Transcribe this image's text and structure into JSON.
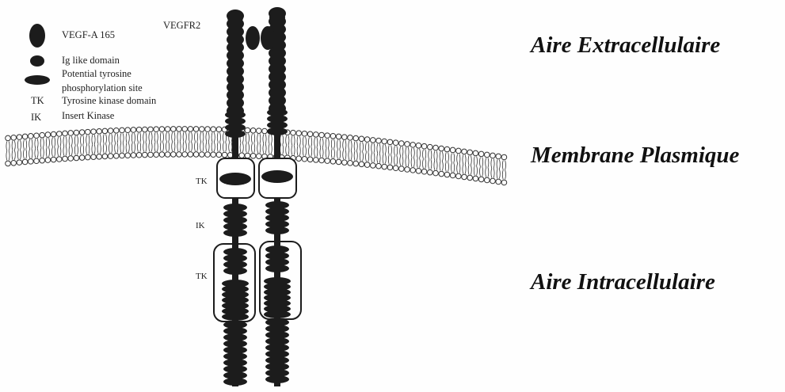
{
  "receptor_label": "VEGFR2",
  "legend": {
    "ligand": "VEGF-A 165",
    "ig_domain": "Ig like domain",
    "phospho_line1": "Potential tyrosine",
    "phospho_line2": "phosphorylation site",
    "tk_abbrev": "TK",
    "tk_desc": "Tyrosine kinase domain",
    "ik_abbrev": "IK",
    "ik_desc": "Insert Kinase"
  },
  "domain_labels": {
    "upper": "TK",
    "middle": "IK",
    "lower": "TK"
  },
  "regions": {
    "extracellular": "Aire Extracellulaire",
    "membrane": "Membrane Plasmique",
    "intracellular": "Aire Intracellulaire"
  },
  "colors": {
    "domain": "#1c1c1c",
    "membrane_outline": "#333333",
    "background": "#fefefe"
  }
}
